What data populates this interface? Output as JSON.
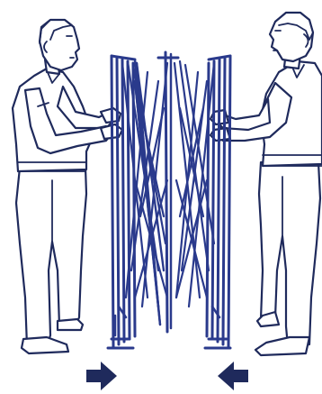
{
  "colors": {
    "line": "#1f2a5c",
    "frame": "#2a3a8c",
    "arrow": "#1f2a5c",
    "background": "#ffffff"
  },
  "figures": [
    {
      "name": "left-person",
      "facing": "right"
    },
    {
      "name": "right-person",
      "facing": "left"
    }
  ],
  "arrows": [
    {
      "name": "push-right-arrow",
      "direction": "right"
    },
    {
      "name": "push-left-arrow",
      "direction": "left"
    }
  ]
}
